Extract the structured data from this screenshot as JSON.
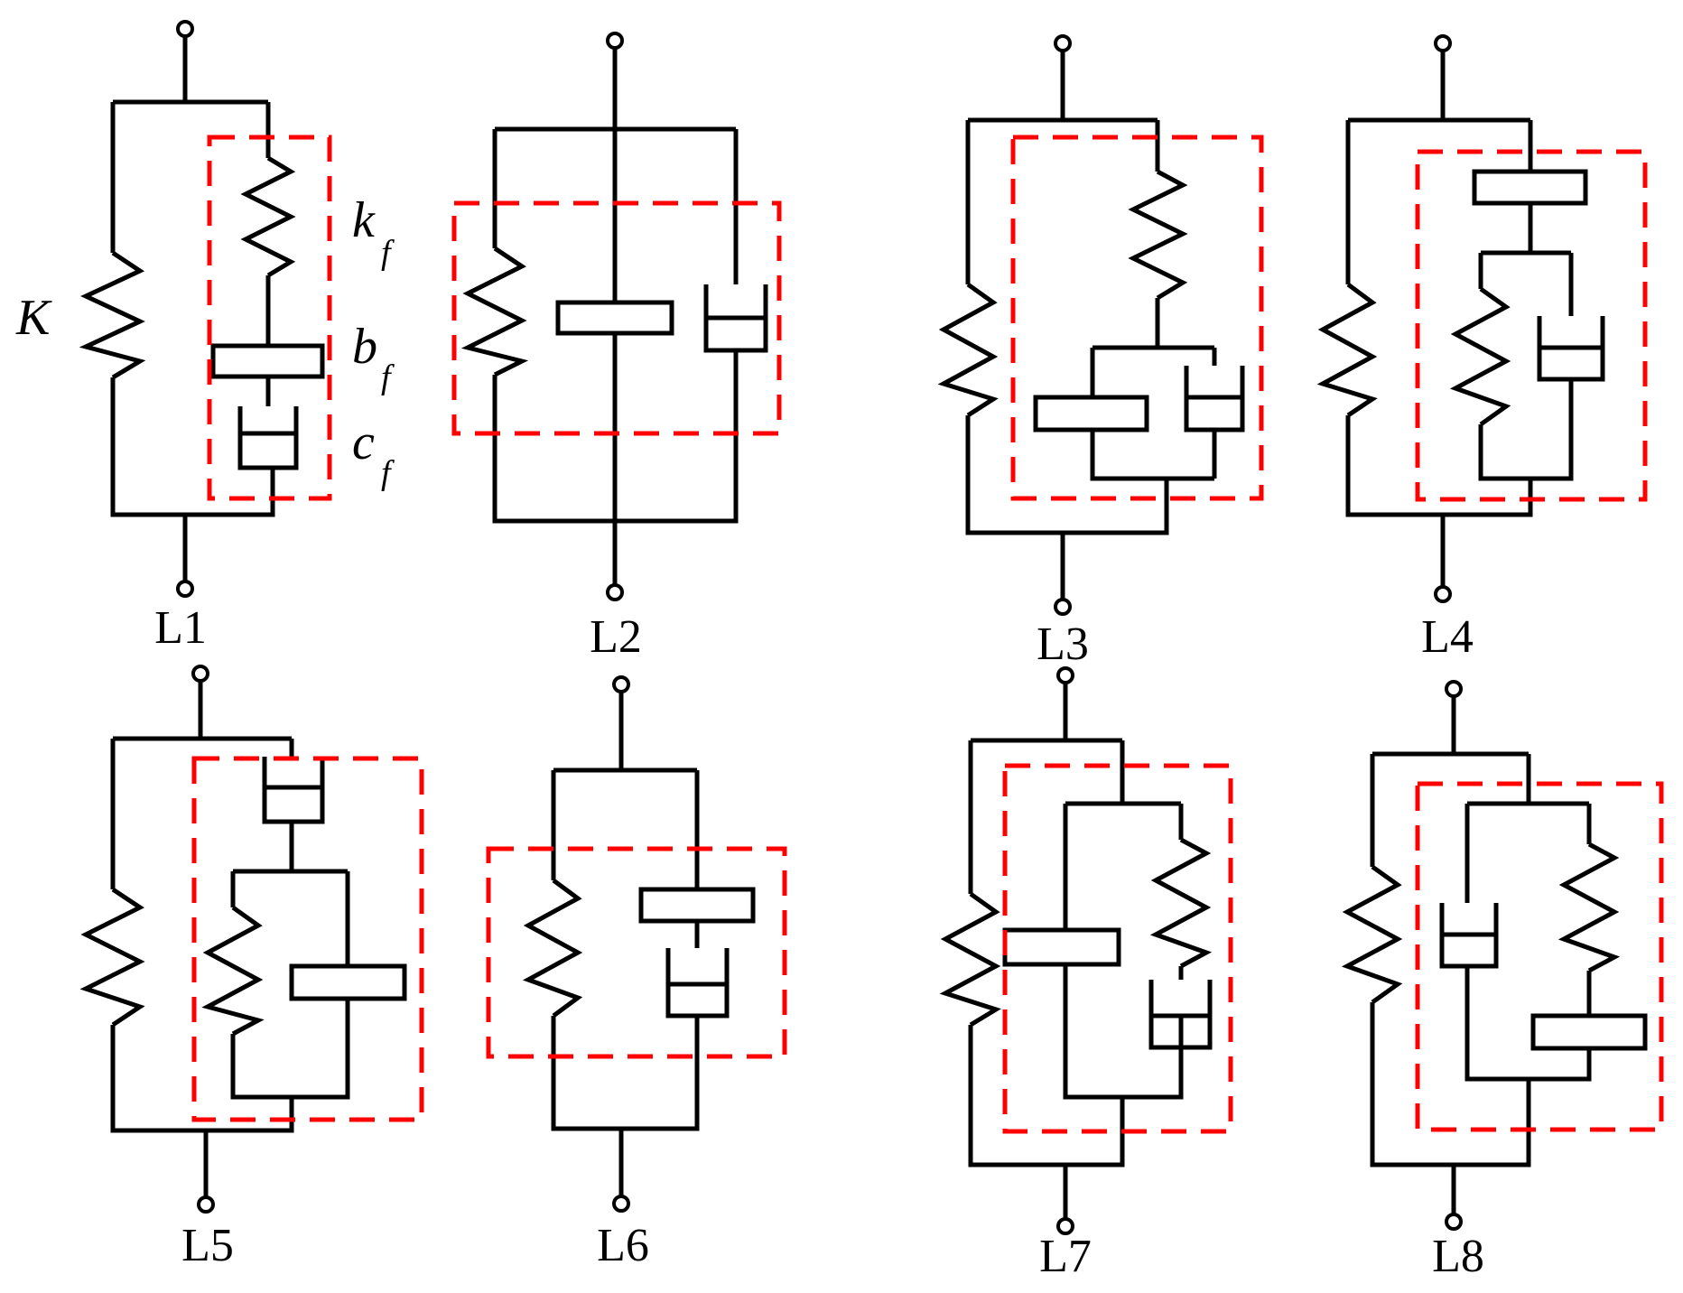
{
  "models": [
    {
      "label": "L1"
    },
    {
      "label": "L2"
    },
    {
      "label": "L3"
    },
    {
      "label": "L4"
    },
    {
      "label": "L5"
    },
    {
      "label": "L6"
    },
    {
      "label": "L7"
    },
    {
      "label": "L8"
    }
  ],
  "symbols": {
    "K": "K",
    "kf_main": "k",
    "kf_sub": "f",
    "bf_main": "b",
    "bf_sub": "f",
    "cf_main": "c",
    "cf_sub": "f"
  },
  "colors": {
    "line": "#000000",
    "highlight_box": "#ff0000"
  }
}
